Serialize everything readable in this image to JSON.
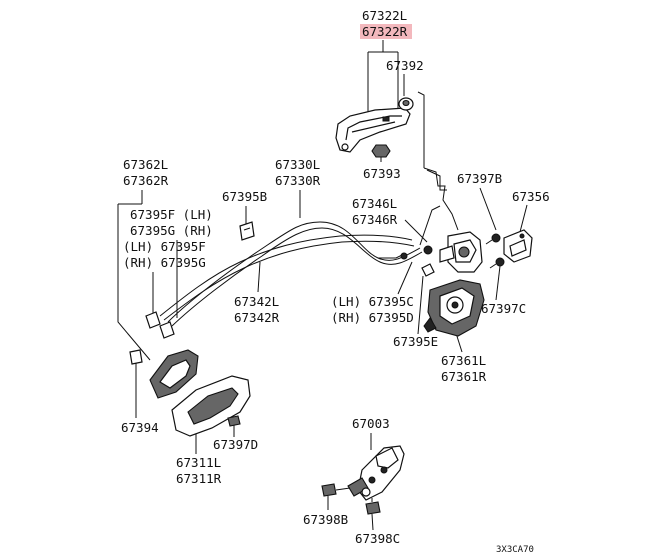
{
  "highlight_color": "#f3b8bd",
  "labels": {
    "p67322L": "67322L",
    "p67322R": "67322R",
    "p67392": "67392",
    "p67393": "67393",
    "p67397B": "67397B",
    "p67356": "67356",
    "p67346L": "67346L",
    "p67346R": "67346R",
    "p67330L": "67330L",
    "p67330R": "67330R",
    "p67395B": "67395B",
    "p67362L": "67362L",
    "p67362R": "67362R",
    "p67395F_lh": "67395F (LH)",
    "p67395G_rh": "67395G (RH)",
    "p67395F_rh_side": "(LH) 67395F",
    "p67395G_side": "(RH) 67395G",
    "p67342L": "67342L",
    "p67342R": "67342R",
    "p67395C": "(LH) 67395C",
    "p67395D": "(RH) 67395D",
    "p67397C": "67397C",
    "p67395E": "67395E",
    "p67361L": "67361L",
    "p67361R": "67361R",
    "p67394": "67394",
    "p67397D": "67397D",
    "p67311L": "67311L",
    "p67311R": "67311R",
    "p67003": "67003",
    "p67398B": "67398B",
    "p67398C": "67398C",
    "diagram_code": "3X3CA70"
  }
}
